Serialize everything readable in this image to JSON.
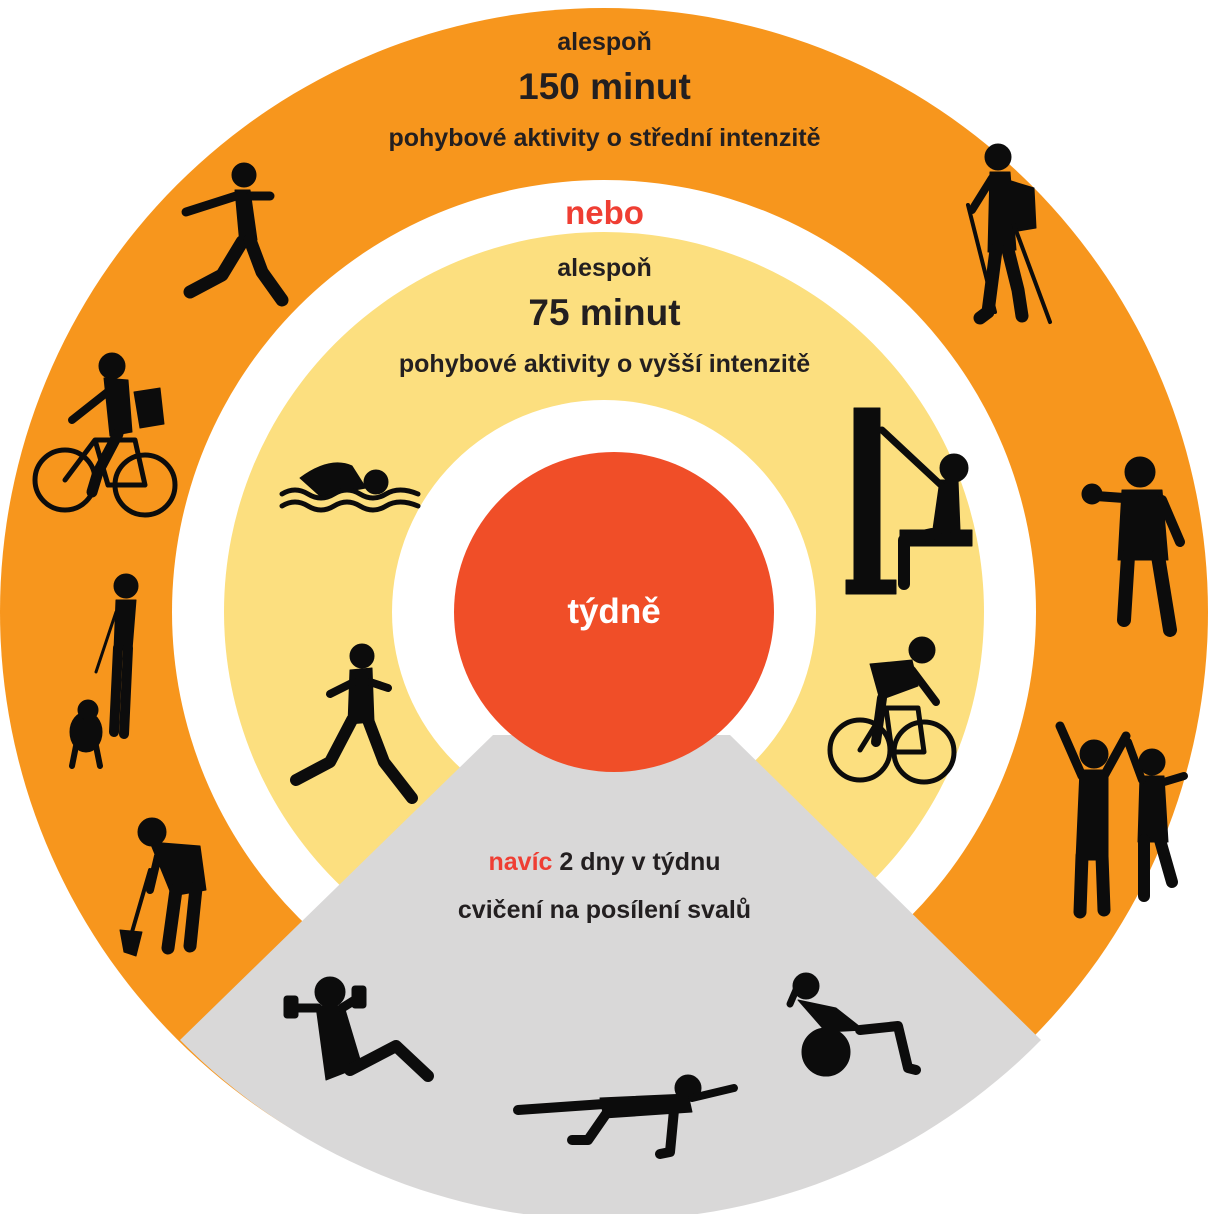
{
  "colors": {
    "outer_ring": "#f7961d",
    "white_gap": "#ffffff",
    "inner_ring": "#fcdf7f",
    "center": "#f04e28",
    "wedge": "#d9d8d8",
    "text": "#231f20",
    "accent": "#ef3e33",
    "silhouette": "#0c0c0c"
  },
  "moderate": {
    "line1": "alespoň",
    "line2": "150 minut",
    "line3": "pohybové aktivity o střední intenzitě"
  },
  "separator": "nebo",
  "vigorous": {
    "line1": "alespoň",
    "line2": "75 minut",
    "line3": "pohybové aktivity o vyšší intenzitě"
  },
  "center_label": "týdně",
  "strength": {
    "accent": "navíc",
    "line1_rest": " 2 dny v týdnu",
    "line2": "cvičení na posílení svalů"
  },
  "icons": {
    "moderate": [
      "walking-icon",
      "hiking-icon",
      "cycling-icon",
      "table-tennis-icon",
      "dog-walking-icon",
      "dancing-icon",
      "gardening-icon"
    ],
    "vigorous": [
      "swimming-icon",
      "climbing-icon",
      "running-icon",
      "road-cycling-icon"
    ],
    "strength": [
      "dumbbell-crunch-icon",
      "plank-exercise-icon",
      "ball-crunch-icon"
    ]
  }
}
